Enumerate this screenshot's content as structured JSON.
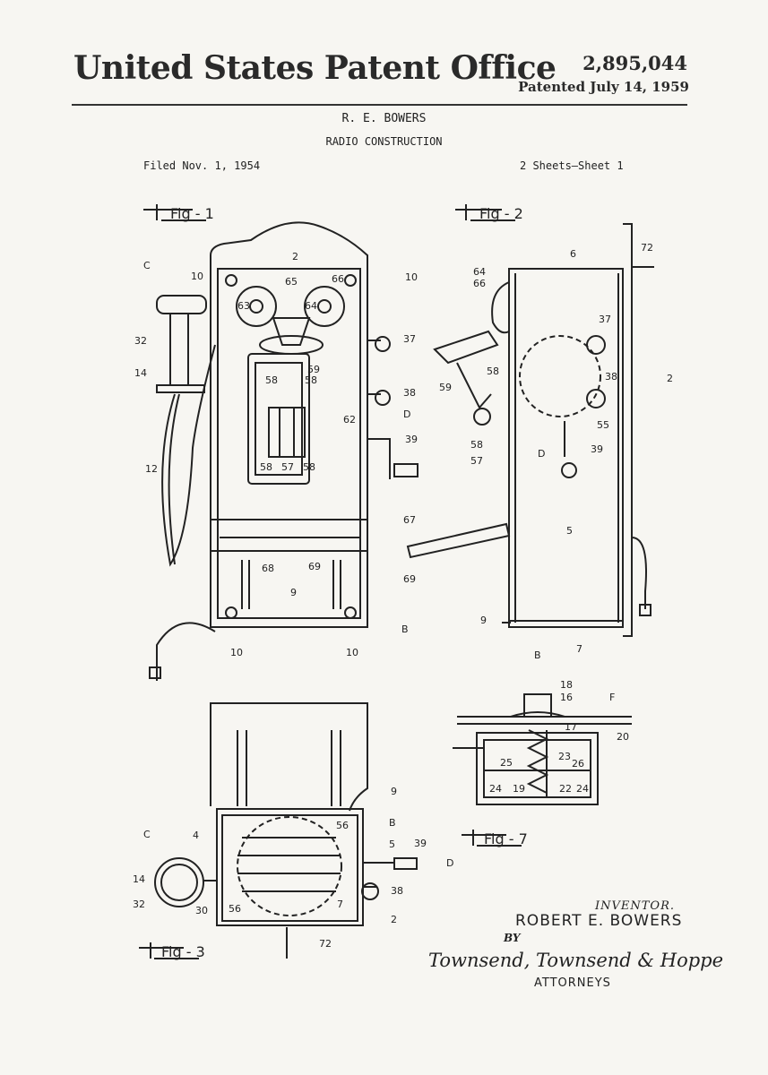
{
  "header": {
    "office": "United States Patent Office",
    "patent_number": "2,895,044",
    "patented_date": "Patented July 14, 1959"
  },
  "patent": {
    "inventor_name_header": "R. E. BOWERS",
    "title": "RADIO CONSTRUCTION",
    "filed": "Filed Nov. 1, 1954",
    "sheets": "2 Sheets–Sheet 1"
  },
  "figures": {
    "fig1": "Fig - 1",
    "fig2": "Fig - 2",
    "fig3": "Fig - 3",
    "fig7": "Fig - 7"
  },
  "signature": {
    "inventor_label": "INVENTOR.",
    "inventor_name": "ROBERT E. BOWERS",
    "by": "BY",
    "attorneys_name": "Townsend, Townsend & Hoppe",
    "attorneys_label": "ATTORNEYS"
  },
  "ref_numerals": {
    "fig1": [
      "2",
      "10",
      "10",
      "C",
      "63",
      "65",
      "66",
      "64",
      "32",
      "37",
      "14",
      "59",
      "58",
      "58",
      "38",
      "62",
      "D",
      "39",
      "12",
      "58",
      "57",
      "58",
      "67",
      "68",
      "69",
      "9",
      "10",
      "10",
      "B"
    ],
    "fig2": [
      "6",
      "72",
      "64",
      "66",
      "37",
      "58",
      "38",
      "2",
      "59",
      "55",
      "58",
      "D",
      "39",
      "57",
      "5",
      "69",
      "9",
      "B",
      "7"
    ],
    "fig3": [
      "9",
      "B",
      "4",
      "56",
      "5",
      "39",
      "D",
      "C",
      "14",
      "32",
      "30",
      "56",
      "7",
      "38",
      "2",
      "72"
    ],
    "fig7": [
      "18",
      "16",
      "F",
      "17",
      "20",
      "25",
      "23",
      "26",
      "24",
      "19",
      "22",
      "24"
    ]
  }
}
